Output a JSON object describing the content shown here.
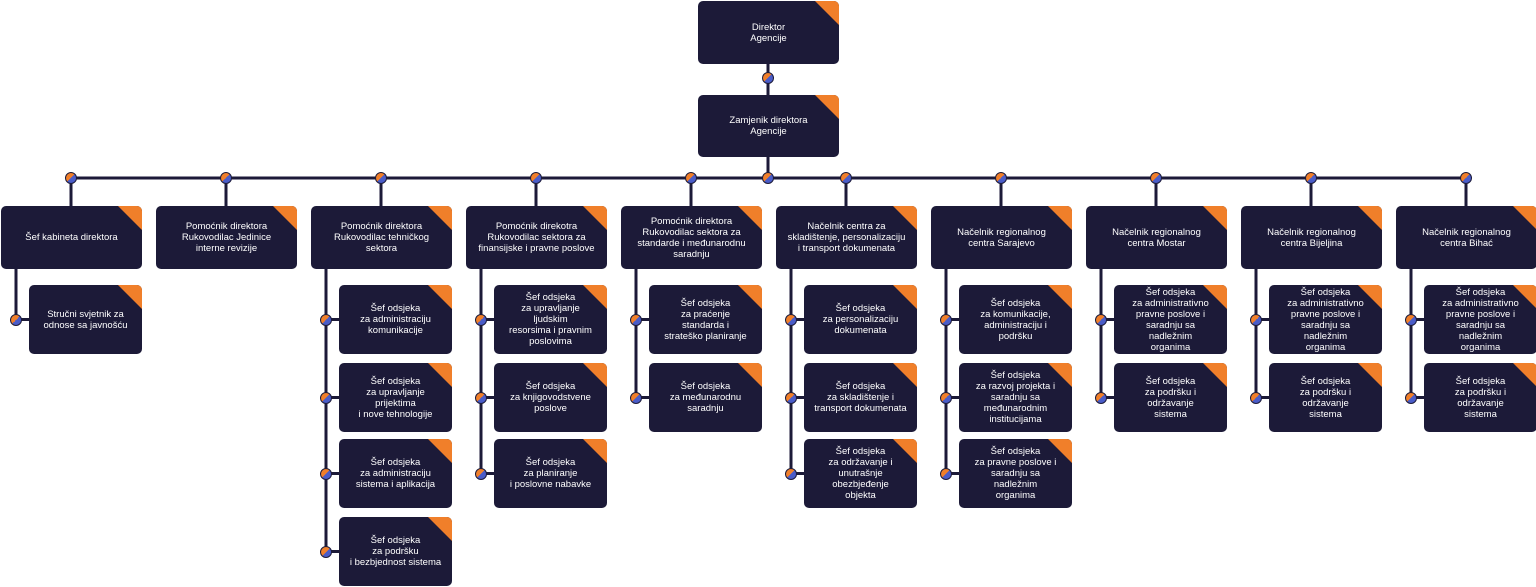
{
  "colors": {
    "box": "#1c1a38",
    "accent": "#f07f2a",
    "connector_blue": "#4a5cc8",
    "line": "#1c1a38"
  },
  "director": "Direktor\nAgencije",
  "deputy": "Zamjenik direktora\nAgencije",
  "columns": [
    {
      "head": "Šef kabineta direktora",
      "children": [
        "Stručni svjetnik za\nodnose sa javnošću"
      ]
    },
    {
      "head": "Pomoćnik direktora\nRukovodilac  Jedinice\ninterne revizije",
      "children": []
    },
    {
      "head": "Pomoćnik direktora\nRukovodilac tehničkog sektora",
      "children": [
        "Šef odsjeka\nza administraciju\nkomunikacije",
        "Šef odsjeka\nza upravljanje prijektima\ni nove tehnologije",
        "Šef odsjeka\nza administraciju\nsistema i aplikacija",
        "Šef odsjeka\nza podršku\ni bezbjednost sistema"
      ]
    },
    {
      "head": "Pomoćnik direkotra\nRukovodilac sektora za\nfinansijske i pravne poslove",
      "children": [
        "Šef odsjeka\nza upravljanje ljudskim\nresorsima i pravnim\nposlovima",
        "Šef odsjeka\nza knjigovodstvene\nposlove",
        "Šef odsjeka\nza planiranje\ni poslovne nabavke"
      ]
    },
    {
      "head": "Pomoćnik direktora\nRukovodilac sektora za\nstandarde i međunarodnu\nsaradnju",
      "children": [
        "Šef odsjeka\nza praćenje standarda i\nstrateško planiranje",
        "Šef odsjeka\nza međunarodnu\nsaradnju"
      ]
    },
    {
      "head": "Načelnik centra za\nskladištenje, personalizaciju\ni transport dokumenata",
      "children": [
        "Šef odsjeka\nza personalizaciju\ndokumenata",
        "Šef odsjeka\nza skladištenje i\ntransport dokumenata",
        "Šef odsjeka\nza održavanje i\nunutrašnje obezbjeđenje\nobjekta"
      ]
    },
    {
      "head": "Načelnik regionalnog\ncentra Sarajevo",
      "children": [
        "Šef odsjeka\nza komunikacije,\nadministraciju i podršku",
        "Šef odsjeka\nza razvoj projekta i\nsaradnju sa\nmeđunarodnim\ninstitucijama",
        "Šef odsjeka\nza pravne poslove i\nsaradnju sa nadležnim\norganima"
      ]
    },
    {
      "head": "Načelnik regionalnog\ncentra Mostar",
      "children": [
        "Šef odsjeka\nza administrativno\npravne poslove i\nsaradnju sa nadležnim\norganima",
        "Šef odsjeka\nza podršku i održavanje\nsistema"
      ]
    },
    {
      "head": "Načelnik regionalnog\ncentra Bijeljina",
      "children": [
        "Šef odsjeka\nza administrativno\npravne poslove i\nsaradnju sa nadležnim\norganima",
        "Šef odsjeka\nza podršku i održavanje\nsistema"
      ]
    },
    {
      "head": "Načelnik regionalnog\ncentra Bihać",
      "children": [
        "Šef odsjeka\nza administrativno\npravne poslove i\nsaradnju sa nadležnim\norganima",
        "Šef odsjeka\nza podršku i održavanje\nsistema"
      ]
    }
  ]
}
